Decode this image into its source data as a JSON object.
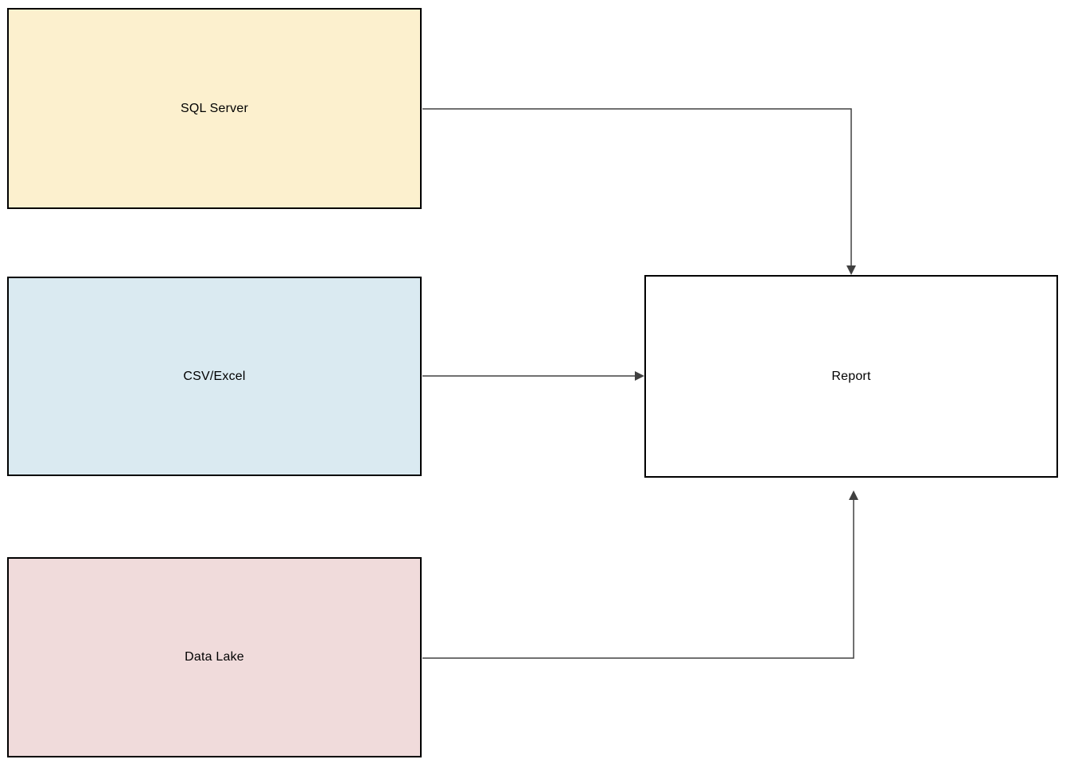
{
  "diagram": {
    "nodes": [
      {
        "id": "sql-server",
        "label": "SQL Server",
        "fill": "#FCF0CE"
      },
      {
        "id": "csv-excel",
        "label": "CSV/Excel",
        "fill": "#DAEAF1"
      },
      {
        "id": "data-lake",
        "label": "Data Lake",
        "fill": "#F0DBDB"
      },
      {
        "id": "report",
        "label": "Report",
        "fill": "#FFFFFF"
      }
    ],
    "edges": [
      {
        "from": "SQL Server",
        "to": "Report",
        "direction": "right-then-down-into-top"
      },
      {
        "from": "CSV/Excel",
        "to": "Report",
        "direction": "straight-right-into-left"
      },
      {
        "from": "Data Lake",
        "to": "Report",
        "direction": "right-then-up-into-bottom"
      }
    ],
    "colors": {
      "node_border": "#000000",
      "connector": "#404040",
      "text": "#000000",
      "background": "#FFFFFF"
    }
  }
}
